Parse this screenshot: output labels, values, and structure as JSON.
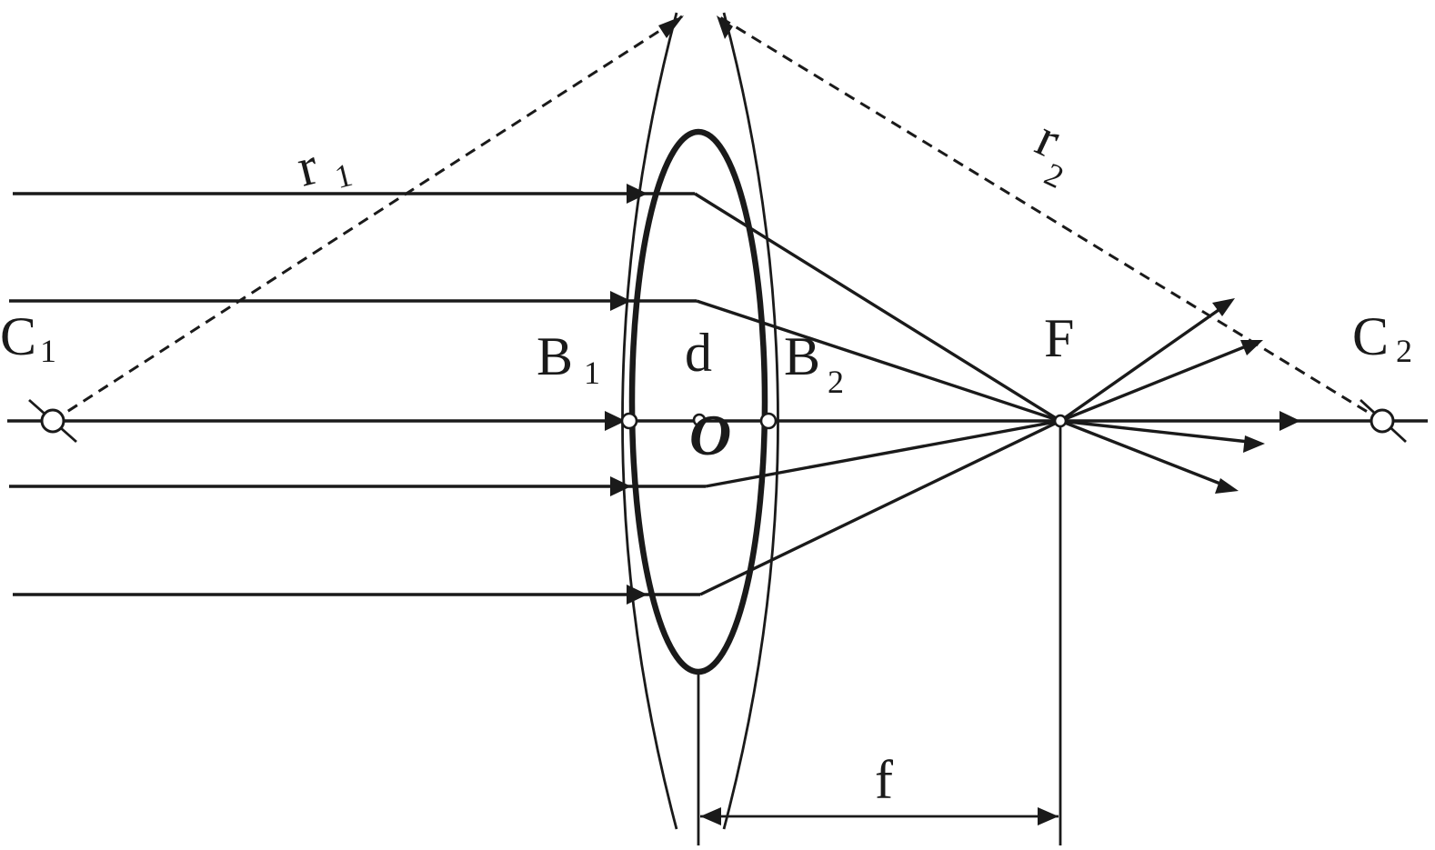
{
  "labels": {
    "c1": "C",
    "c1_sub": "1",
    "c2": "C",
    "c2_sub": "2",
    "r1": "r",
    "r1_sub": "1",
    "r2": "r",
    "r2_sub": "2",
    "b1": "B",
    "b1_sub": "1",
    "b2": "B",
    "b2_sub": "2",
    "d": "d",
    "o": "O",
    "f_point": "F",
    "f_length": "f"
  }
}
